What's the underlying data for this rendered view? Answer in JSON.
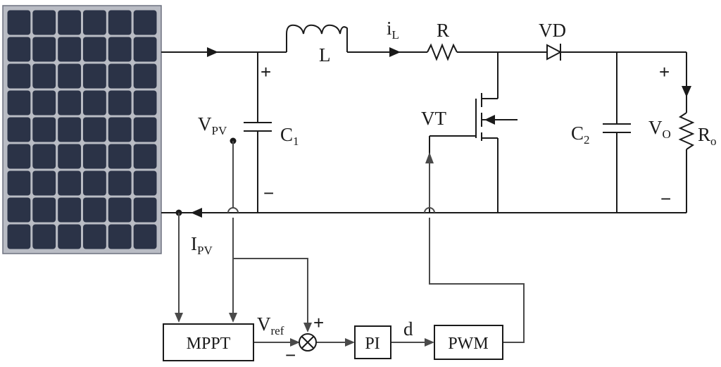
{
  "panel": {
    "rows": 9,
    "cols": 6,
    "cell_color": "#2b3347",
    "frame_color": "#b9bcc4",
    "border_color": "#6e7280"
  },
  "labels": {
    "inductor": "L",
    "current": {
      "main": "i",
      "sub": "L"
    },
    "resistor": "R",
    "diode": "VD",
    "cap1": {
      "main": "C",
      "sub": "1"
    },
    "cap2": {
      "main": "C",
      "sub": "2"
    },
    "vpv": {
      "main": "V",
      "sub": "PV"
    },
    "ipv": {
      "main": "I",
      "sub": "PV"
    },
    "switch": "VT",
    "vo": {
      "main": "V",
      "sub": "O"
    },
    "ro": {
      "main": "R",
      "sub": "o"
    },
    "vref": {
      "main": "V",
      "sub": "ref"
    },
    "duty": "d"
  },
  "signs": {
    "in_plus": "+",
    "in_minus": "−",
    "out_plus": "+",
    "out_minus": "−",
    "sum_plus": "+",
    "sum_minus": "−"
  },
  "blocks": {
    "mppt": "MPPT",
    "pi": "PI",
    "pwm": "PWM"
  }
}
